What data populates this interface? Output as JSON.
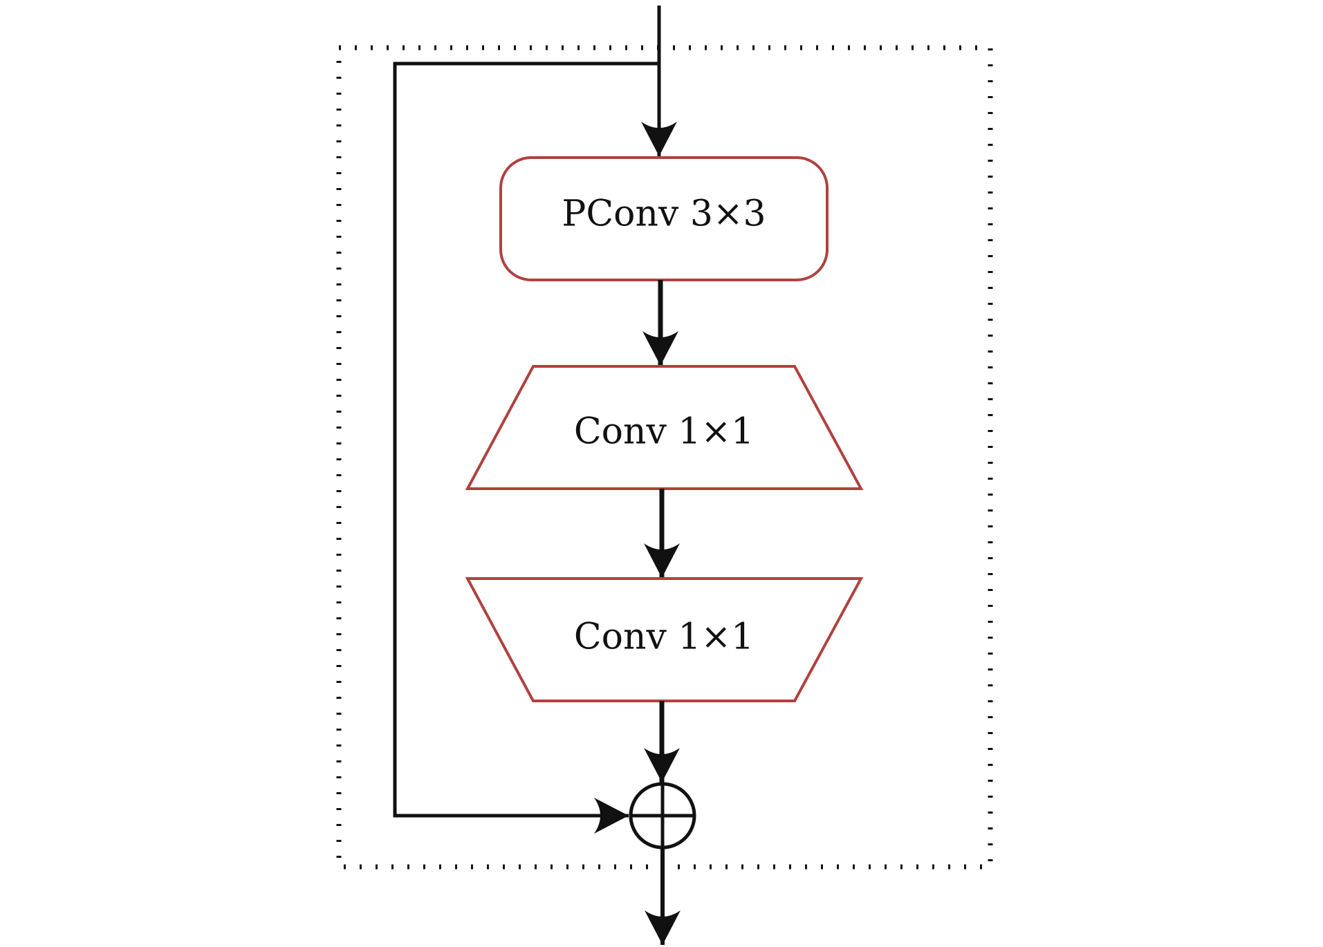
{
  "diagram": {
    "nodes": {
      "pconv": {
        "label": "PConv 3×3",
        "shape": "rounded-rectangle"
      },
      "conv_expand": {
        "label": "Conv 1×1",
        "shape": "trapezoid-wide-bottom"
      },
      "conv_reduce": {
        "label": "Conv 1×1",
        "shape": "trapezoid-wide-top"
      },
      "add": {
        "symbol": "plus-circle",
        "meaning": "element-wise addition"
      }
    },
    "edges": [
      {
        "from": "input",
        "to": "pconv"
      },
      {
        "from": "pconv",
        "to": "conv_expand"
      },
      {
        "from": "conv_expand",
        "to": "conv_reduce"
      },
      {
        "from": "conv_reduce",
        "to": "add"
      },
      {
        "from": "input",
        "to": "add",
        "kind": "skip-connection"
      },
      {
        "from": "add",
        "to": "output"
      }
    ],
    "colors": {
      "box_border": "#b0413e",
      "line": "#111111",
      "boundary": "#111111"
    },
    "boundary_style": "dotted"
  }
}
